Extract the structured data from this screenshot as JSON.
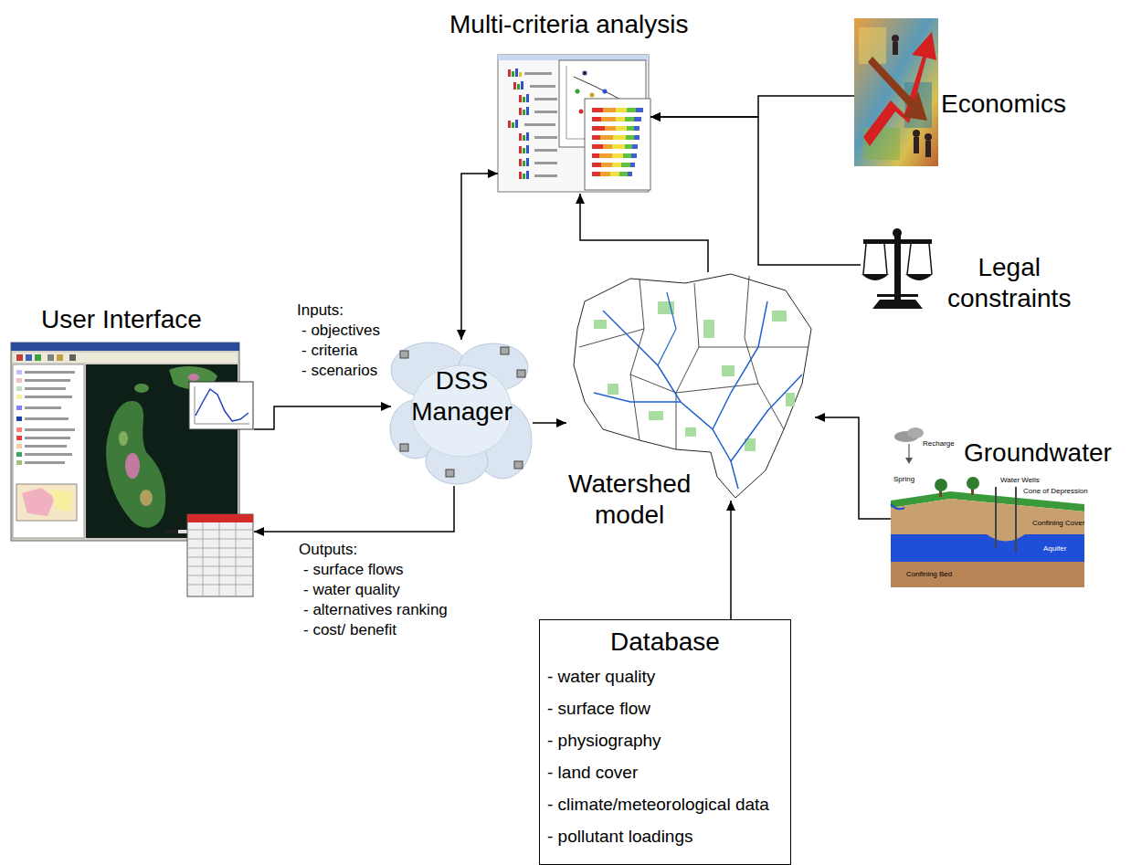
{
  "diagram": {
    "nodes": [
      {
        "text": [
          "Multi-criteria analysis"
        ]
      },
      {
        "text": [
          "Economics"
        ]
      },
      {
        "text": [
          "Legal constraints"
        ]
      },
      {
        "text": [
          "User Interface"
        ]
      },
      {
        "text": [
          "DSS Manager"
        ]
      },
      {
        "text": [
          "Watershed model"
        ]
      },
      {
        "text": [
          "Groundwater"
        ]
      },
      {
        "text": [
          "Database",
          "- water quality",
          "- surface flow",
          "- physiography",
          "- land cover",
          "- climate/meteorological data",
          "- pollutant loadings"
        ]
      }
    ],
    "edges": [
      {
        "from": 3,
        "to": 4,
        "arrow": "to"
      },
      {
        "from": 4,
        "to": 3,
        "arrow": "to"
      },
      {
        "from": 4,
        "to": 0,
        "arrow": "both"
      },
      {
        "from": 4,
        "to": 5,
        "arrow": "to"
      },
      {
        "from": 5,
        "to": 0,
        "arrow": "to"
      },
      {
        "from": 1,
        "to": 0,
        "arrow": "to"
      },
      {
        "from": 2,
        "to": 0,
        "arrow": "to"
      },
      {
        "from": 6,
        "to": 5,
        "arrow": "to"
      },
      {
        "from": 7,
        "to": 5,
        "arrow": "to"
      }
    ],
    "labels": [
      "Inputs:",
      "- objectives",
      "- criteria",
      "- scenarios",
      "Outputs:",
      "- surface flows",
      "- water quality",
      "- alternatives ranking",
      "- cost/ benefit",
      "Recharge",
      "Spring",
      "Water Wells",
      "Cone of Depression",
      "Confining Cover",
      "Aquifer",
      "Confining Bed"
    ]
  }
}
